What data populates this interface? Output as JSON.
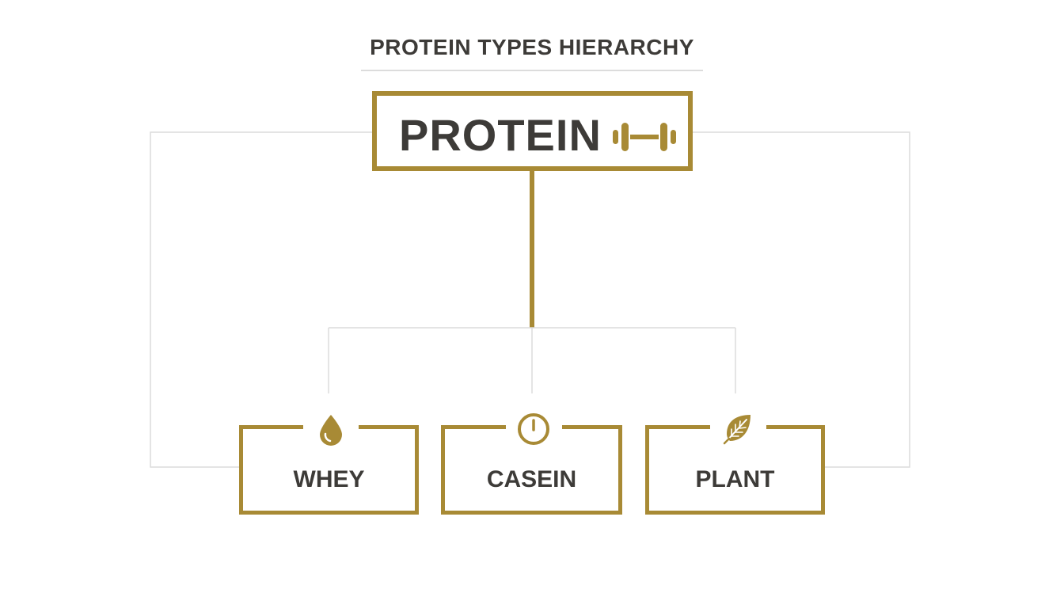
{
  "diagram": {
    "title": "PROTEIN TYPES HIERARCHY",
    "root": {
      "label": "PROTEIN",
      "icon": "dumbbell-icon"
    },
    "children": [
      {
        "label": "WHEY",
        "icon": "droplet-icon"
      },
      {
        "label": "CASEIN",
        "icon": "clock-icon"
      },
      {
        "label": "PLANT",
        "icon": "leaf-icon"
      }
    ]
  },
  "colors": {
    "accent": "#a88a35",
    "text": "#3d3b38",
    "connector_light": "#dcdcdc",
    "background": "#ffffff"
  }
}
